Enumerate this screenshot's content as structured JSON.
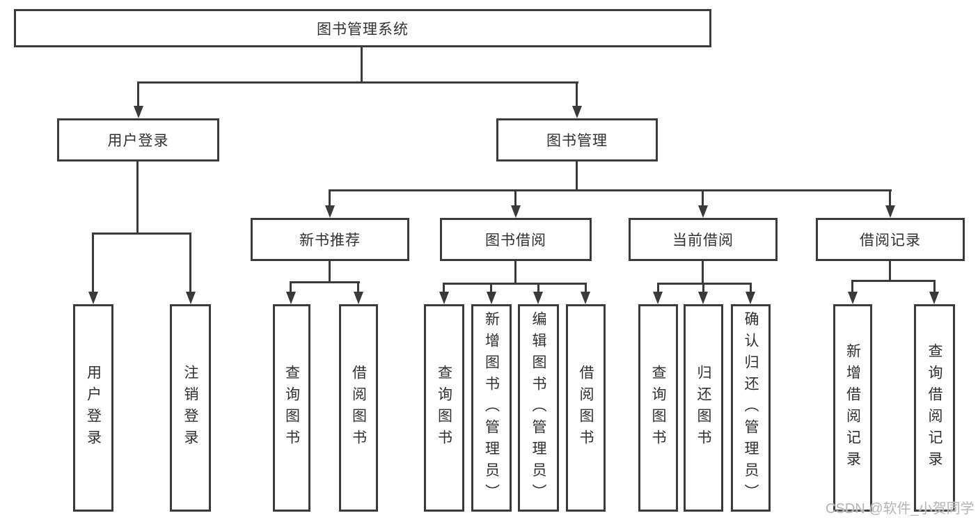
{
  "tree": {
    "root": {
      "label": "图书管理系统"
    },
    "children": [
      {
        "label": "用户登录",
        "children": [
          {
            "label": "用户登录"
          },
          {
            "label": "注销登录"
          }
        ]
      },
      {
        "label": "图书管理",
        "children": [
          {
            "label": "新书推荐",
            "children": [
              {
                "label": "查询图书"
              },
              {
                "label": "借阅图书"
              }
            ]
          },
          {
            "label": "图书借阅",
            "children": [
              {
                "label": "查询图书"
              },
              {
                "label": "新增图书（管理员）"
              },
              {
                "label": "编辑图书（管理员）"
              },
              {
                "label": "借阅图书"
              }
            ]
          },
          {
            "label": "当前借阅",
            "children": [
              {
                "label": "查询图书"
              },
              {
                "label": "归还图书"
              },
              {
                "label": "确认归还（管理员）"
              }
            ]
          },
          {
            "label": "借阅记录",
            "children": [
              {
                "label": "新增借阅记录"
              },
              {
                "label": "查询借阅记录"
              }
            ]
          }
        ]
      }
    ]
  },
  "colors": {
    "line": "#3a3a3a",
    "watermark": "#b4b4b4"
  },
  "watermark": {
    "text": "CSDN @软件_小贺同学"
  }
}
